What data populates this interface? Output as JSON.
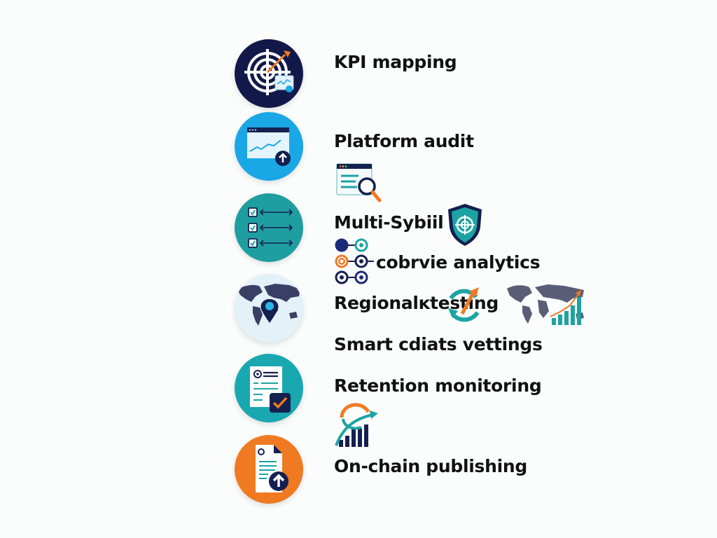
{
  "steps": [
    {
      "label": "KPI mapping",
      "icon": "target-arrow-chart-icon",
      "color": "#12194a"
    },
    {
      "label": "Platform audit",
      "icon": "browser-chart-upload-icon",
      "color": "#1aa7e6"
    },
    {
      "label": "Multi-Sybiil",
      "icon": "checklist-arrows-icon",
      "color": "#1f9ea0"
    },
    {
      "label": "cobrvie analytics",
      "icon": "node-network-icon",
      "color": "#ffffff"
    },
    {
      "label": "Regionalĸtesting",
      "icon": "world-map-pin-icon",
      "color": "#e3f1f8"
    },
    {
      "label": "Smart cdiats vettings",
      "icon": "",
      "color": ""
    },
    {
      "label": "Retention monitoring",
      "icon": "document-check-icon",
      "color": "#1aa8b0"
    },
    {
      "label": "On-chain publishing",
      "icon": "document-upload-icon",
      "color": "#f07a22"
    }
  ],
  "colors": {
    "navy": "#14204f",
    "teal": "#1ea3a3",
    "sky": "#1aa7e6",
    "orange": "#f07a22",
    "text": "#111111"
  }
}
